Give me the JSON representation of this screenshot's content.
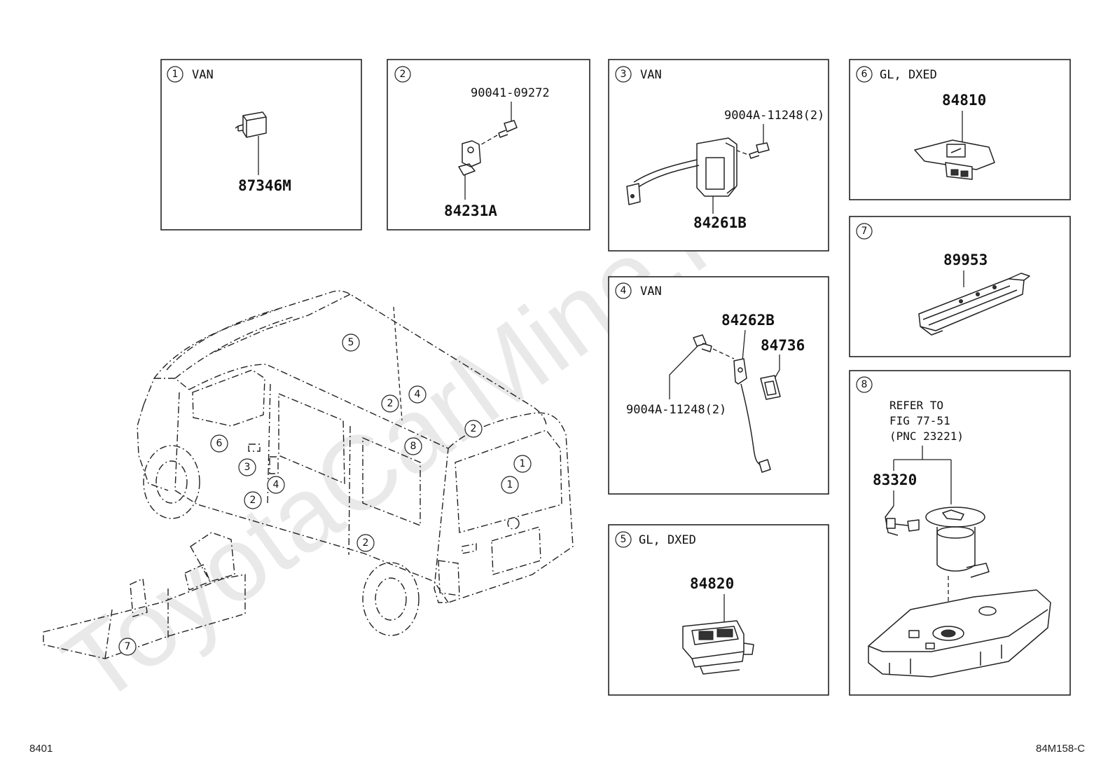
{
  "watermark": "ToyotaCarMine.ru",
  "panels": [
    {
      "num": "1",
      "caption": "VAN",
      "parts": [
        "87346M"
      ]
    },
    {
      "num": "2",
      "caption": "",
      "parts": [
        "90041-09272",
        "84231A"
      ]
    },
    {
      "num": "3",
      "caption": "VAN",
      "parts": [
        "9004A-11248(2)",
        "84261B"
      ]
    },
    {
      "num": "4",
      "caption": "VAN",
      "parts": [
        "84262B",
        "84736",
        "9004A-11248(2)"
      ]
    },
    {
      "num": "5",
      "caption": "GL, DXED",
      "parts": [
        "84820"
      ]
    },
    {
      "num": "6",
      "caption": "GL, DXED",
      "parts": [
        "84810"
      ]
    },
    {
      "num": "7",
      "caption": "",
      "parts": [
        "89953"
      ]
    },
    {
      "num": "8",
      "caption": "",
      "parts": [
        "83320"
      ],
      "note": [
        "REFER TO",
        "FIG 77-51",
        "(PNC 23221)"
      ]
    }
  ],
  "vehicle_callouts": [
    "5",
    "2",
    "4",
    "2",
    "8",
    "6",
    "3",
    "4",
    "2",
    "1",
    "1",
    "2",
    "7"
  ],
  "footer": {
    "left": "8401",
    "right": "84M158-C"
  }
}
